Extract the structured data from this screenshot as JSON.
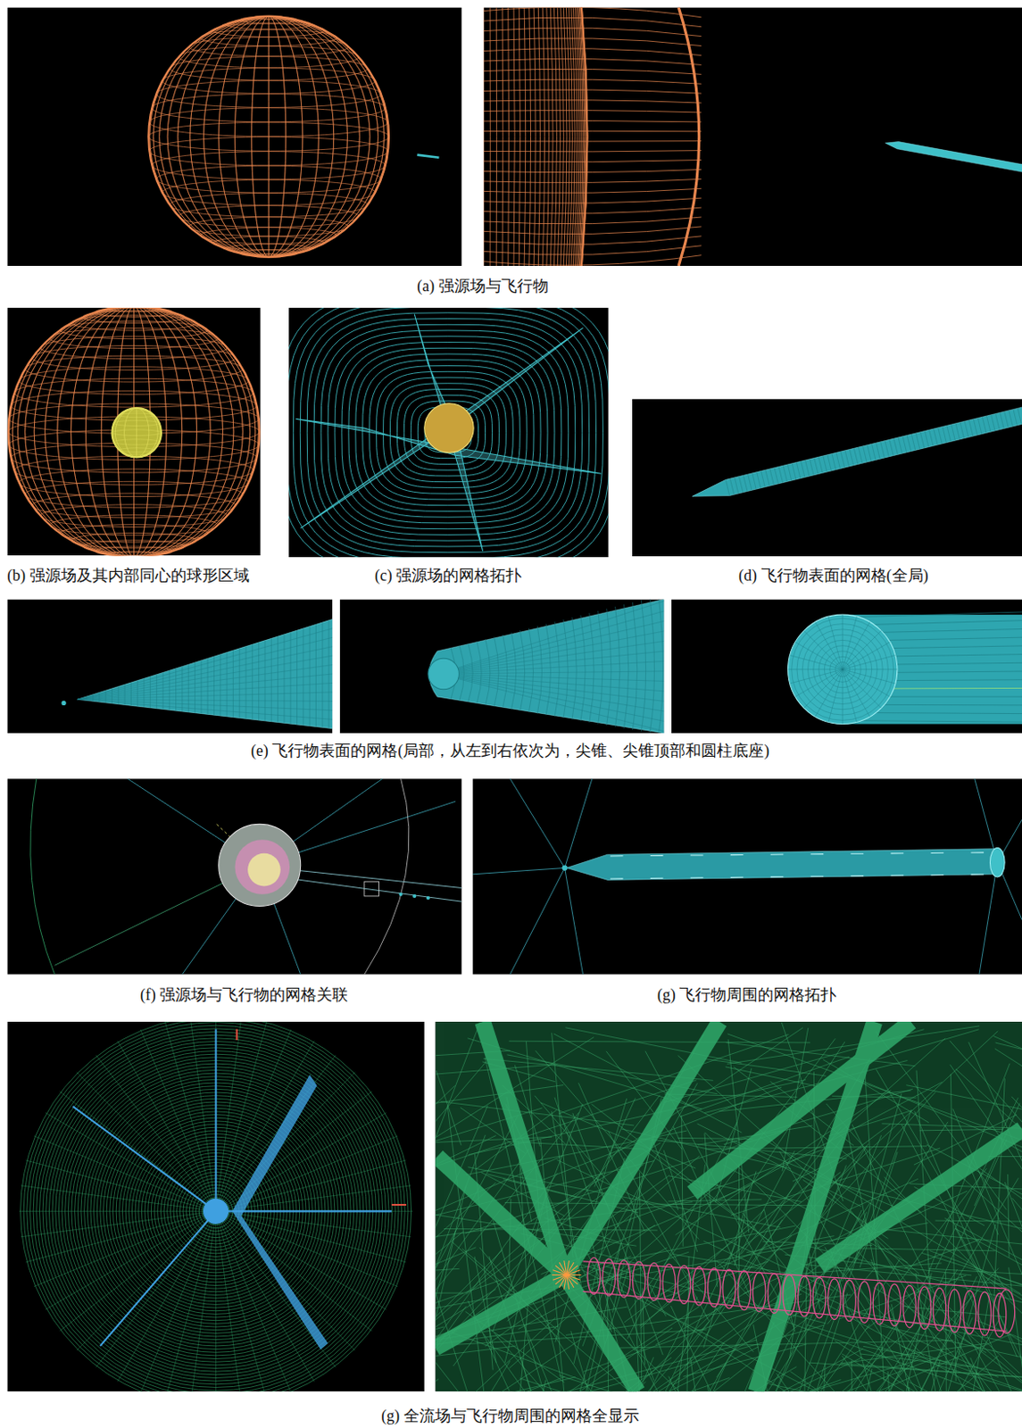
{
  "diagram": {
    "labels": [
      "(a) 强源场与飞行物",
      "(b) 强源场及其内部同心的球形区域",
      "(c) 强源场的网格拓扑",
      "(d) 飞行物表面的网格(全局)",
      "(e) 飞行物表面的网格(局部，从左到右依次为，尖锥、尖锥顶部和圆柱底座)",
      "(f) 强源场与飞行物的网格关联",
      "(g) 飞行物周围的网格拓扑",
      "(g) 全流场与飞行物周围的网格全显示"
    ]
  }
}
